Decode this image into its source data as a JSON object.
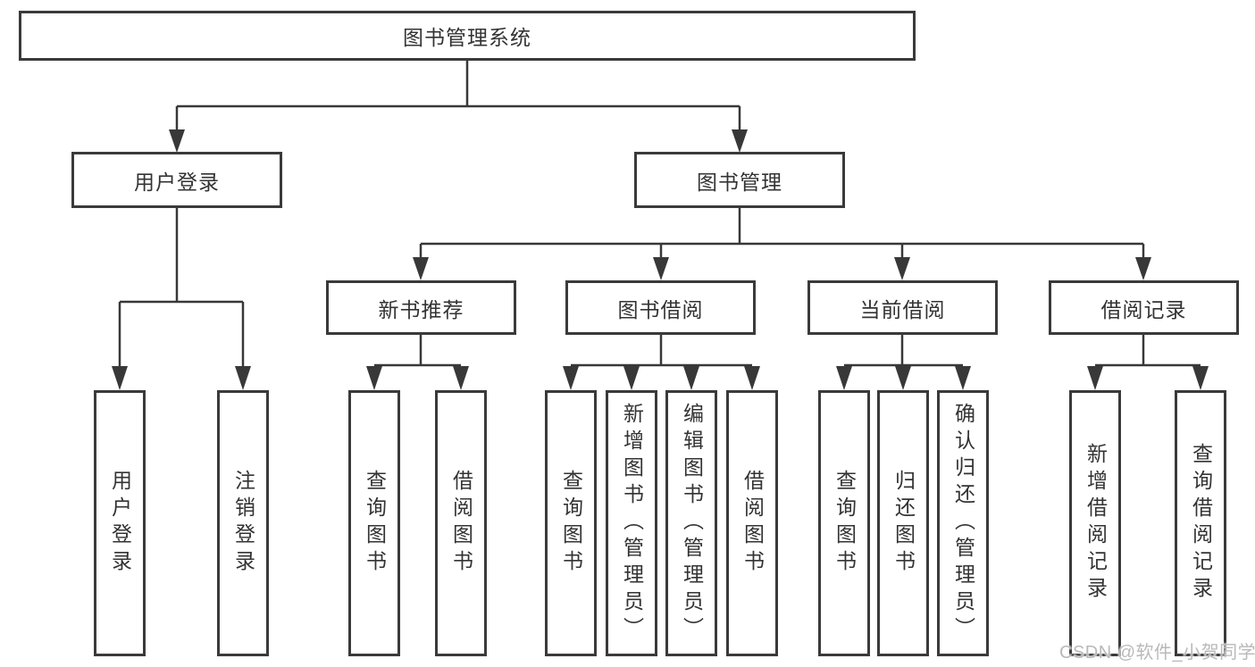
{
  "root": {
    "label": "图书管理系统"
  },
  "branches": [
    {
      "label": "用户登录",
      "children": [
        "用户登录",
        "注销登录"
      ]
    },
    {
      "label": "图书管理",
      "groups": [
        {
          "label": "新书推荐",
          "children": [
            "查询图书",
            "借阅图书"
          ]
        },
        {
          "label": "图书借阅",
          "children": [
            "查询图书",
            "新增图书（管理员）",
            "编辑图书（管理员）",
            "借阅图书"
          ]
        },
        {
          "label": "当前借阅",
          "children": [
            "查询图书",
            "归还图书",
            "确认归还（管理员）"
          ]
        },
        {
          "label": "借阅记录",
          "children": [
            "新增借阅记录",
            "查询借阅记录"
          ]
        }
      ]
    }
  ],
  "watermark": {
    "text": "CSDN @软件_小贺同学"
  },
  "colors": {
    "line": "#383838",
    "box_border": "#3a3a3a",
    "text": "#333333",
    "watermark": "#b9b9b9",
    "background": "#ffffff"
  }
}
